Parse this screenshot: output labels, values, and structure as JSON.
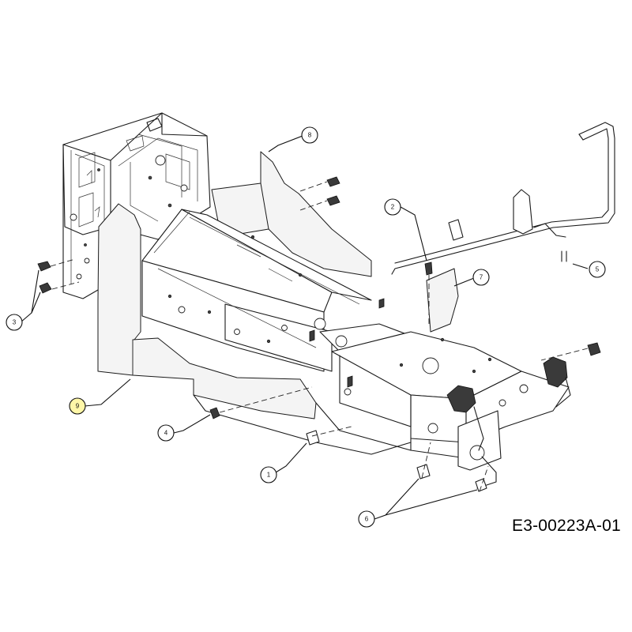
{
  "drawing": {
    "id": "E3-00223A-01",
    "callouts": [
      {
        "label": "1"
      },
      {
        "label": "2"
      },
      {
        "label": "3"
      },
      {
        "label": "4"
      },
      {
        "label": "5"
      },
      {
        "label": "6"
      },
      {
        "label": "7"
      },
      {
        "label": "8"
      },
      {
        "label": "9"
      }
    ]
  }
}
